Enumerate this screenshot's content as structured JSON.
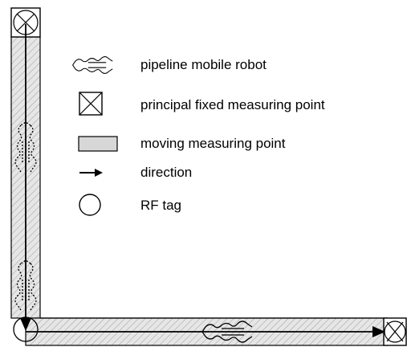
{
  "legend": {
    "robot_label": "pipeline mobile robot",
    "fixed_point_label": "principal fixed measuring point",
    "moving_point_label": "moving measuring point",
    "direction_label": "direction",
    "rf_tag_label": "RF tag"
  },
  "colors": {
    "pipe_fill": "#dcdcdc",
    "pipe_hatch": "#9a9a9a",
    "line": "#000000"
  },
  "icons": {
    "robot": "pipeline-robot-icon",
    "fixed_point": "cross-box-icon",
    "moving_point": "gray-bar-icon",
    "direction": "arrow-right-icon",
    "rf_tag": "circle-icon"
  }
}
